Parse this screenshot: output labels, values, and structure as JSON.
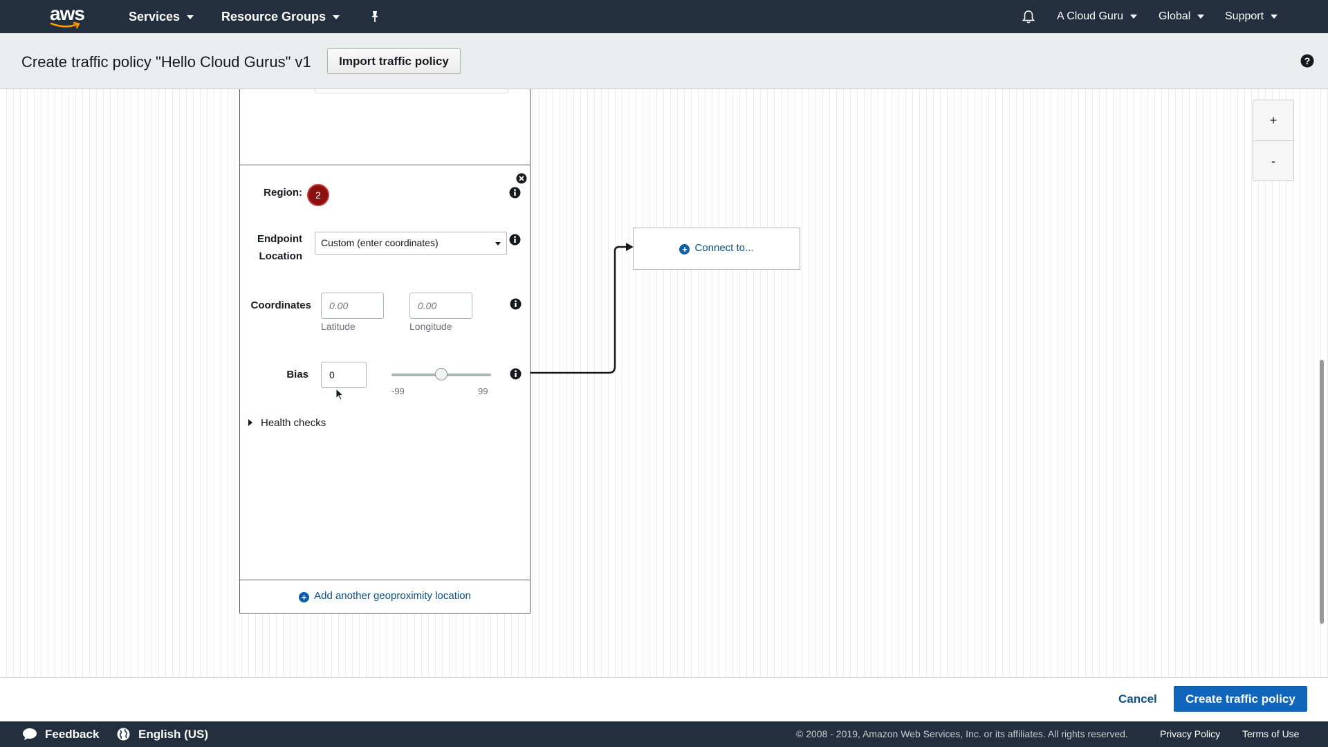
{
  "nav": {
    "brand": "aws",
    "services": "Services",
    "resource_groups": "Resource Groups",
    "account": "A Cloud Guru",
    "region": "Global",
    "support": "Support"
  },
  "header": {
    "title": "Create traffic policy \"Hello Cloud Gurus\" v1",
    "import_button": "Import traffic policy"
  },
  "panel": {
    "region_label": "Region:",
    "region_number": "2",
    "endpoint_label_line1": "Endpoint",
    "endpoint_label_line2": "Location",
    "endpoint_value": "Custom (enter coordinates)",
    "coordinates_label": "Coordinates",
    "latitude_placeholder": "0.00",
    "longitude_placeholder": "0.00",
    "latitude_label": "Latitude",
    "longitude_label": "Longitude",
    "bias_label": "Bias",
    "bias_value": "0",
    "bias_min": "-99",
    "bias_max": "99",
    "bias_slider_fraction": 0.5,
    "health_checks": "Health checks",
    "add_location": "Add another geoproximity location"
  },
  "connect": {
    "label": "Connect to..."
  },
  "zoom": {
    "in": "+",
    "out": "-"
  },
  "actions": {
    "cancel": "Cancel",
    "create": "Create traffic policy"
  },
  "footer": {
    "feedback": "Feedback",
    "language": "English (US)",
    "copyright": "© 2008 - 2019, Amazon Web Services, Inc. or its affiliates. All rights reserved.",
    "privacy": "Privacy Policy",
    "terms": "Terms of Use"
  },
  "colors": {
    "nav_bg": "#232f3e",
    "link": "#0a4f8a",
    "primary_button": "#1166bb",
    "region_badge": "#8c0e0e"
  }
}
